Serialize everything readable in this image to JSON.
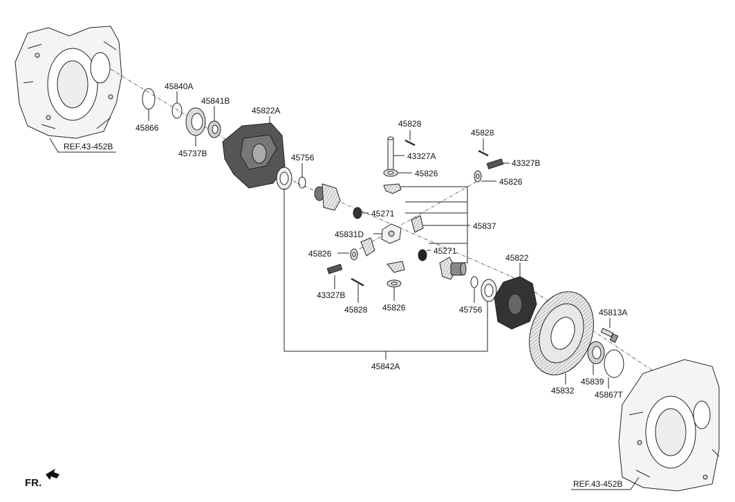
{
  "diagram": {
    "labels": {
      "p45866": "45866",
      "p45840A": "45840A",
      "p45841B": "45841B",
      "p45737B": "45737B",
      "p45822A": "45822A",
      "p45756_top": "45756",
      "p45828_a": "45828",
      "p43327A": "43327A",
      "p45826_a": "45826",
      "p45828_b": "45828",
      "p43327B_top": "43327B",
      "p45826_b": "45826",
      "p45271_a": "45271",
      "p45837": "45837",
      "p45831D": "45831D",
      "p45826_c": "45826",
      "p45271_b": "45271",
      "p45822": "45822",
      "p43327B_bot": "43327B",
      "p45828_c": "45828",
      "p45826_d": "45826",
      "p45756_bot": "45756",
      "p45813A": "45813A",
      "p45842A": "45842A",
      "p45832": "45832",
      "p45839": "45839",
      "p45867T": "45867T"
    },
    "refs": {
      "ref_top": "REF.43-452B",
      "ref_bottom": "REF.43-452B"
    },
    "front_indicator": "FR."
  }
}
